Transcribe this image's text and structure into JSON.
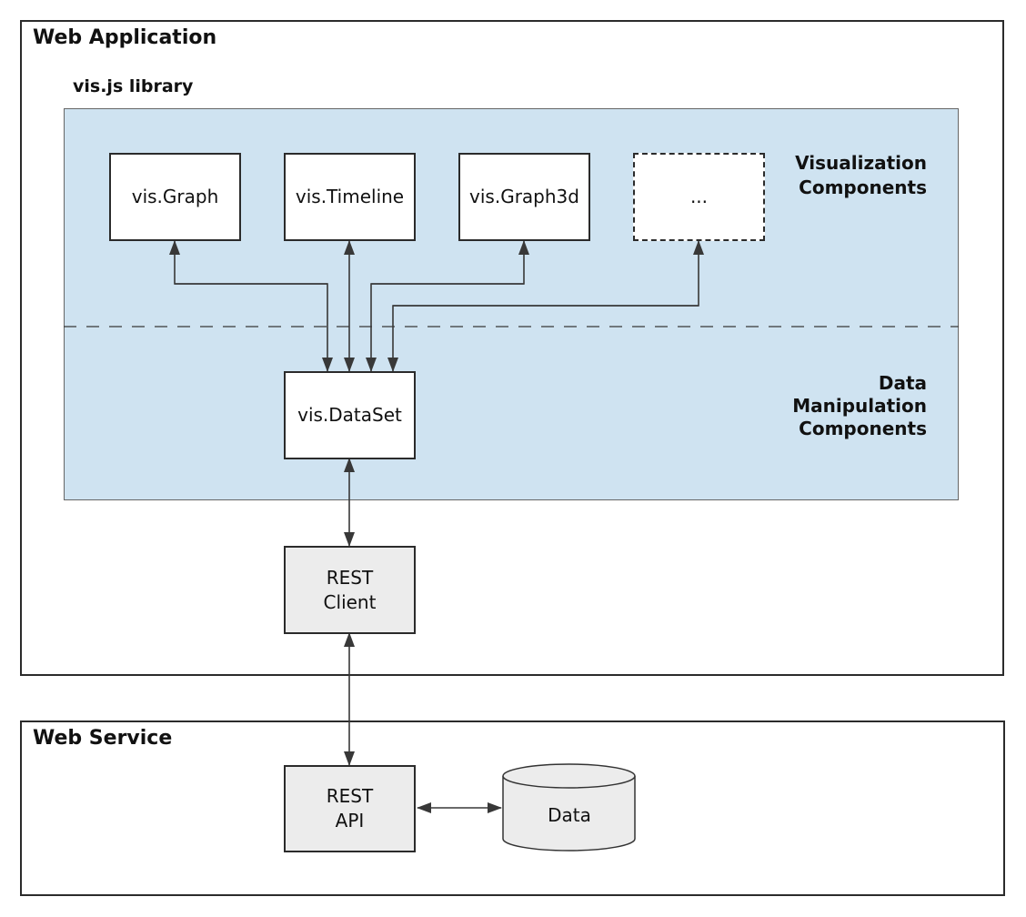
{
  "containers": {
    "web_application": {
      "title": "Web Application"
    },
    "web_service": {
      "title": "Web Service"
    }
  },
  "library": {
    "title": "vis.js library",
    "section_labels": {
      "visualization": "Visualization\nComponents",
      "data_manipulation": "Data\nManipulation\nComponents"
    }
  },
  "nodes": {
    "vis_graph": "vis.Graph",
    "vis_timeline": "vis.Timeline",
    "vis_graph3d": "vis.Graph3d",
    "more": "...",
    "vis_dataset": "vis.DataSet",
    "rest_client": "REST\nClient",
    "rest_api": "REST\nAPI",
    "data_store": "Data"
  },
  "colors": {
    "library_bg": "#cfe3f1",
    "node_bg": "#ffffff",
    "node_gray_bg": "#ececec",
    "border_dark": "#2b2b2b",
    "panel_border": "#666666",
    "line": "#383838",
    "text": "#111111"
  }
}
